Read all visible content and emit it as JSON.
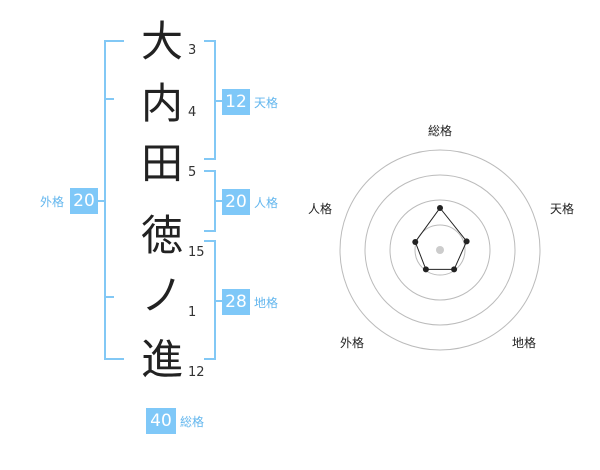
{
  "name_chars": [
    "大",
    "内",
    "田",
    "徳",
    "ノ",
    "進"
  ],
  "strokes": [
    "3",
    "4",
    "5",
    "15",
    "1",
    "12"
  ],
  "fortunes": {
    "tenkaku": {
      "value": "12",
      "label": "天格"
    },
    "jinkaku": {
      "value": "20",
      "label": "人格"
    },
    "chikaku": {
      "value": "28",
      "label": "地格"
    },
    "gaikaku": {
      "value": "20",
      "label": "外格"
    },
    "soukaku": {
      "value": "40",
      "label": "総格"
    }
  },
  "radar": {
    "labels": [
      "総格",
      "天格",
      "地格",
      "外格",
      "人格"
    ],
    "scores": [
      0.42,
      0.28,
      0.24,
      0.24,
      0.26
    ],
    "colors": {
      "ring": "#bbbbbb",
      "line": "#222222",
      "center": "#cccccc",
      "accent": "#7fc8f8"
    }
  }
}
